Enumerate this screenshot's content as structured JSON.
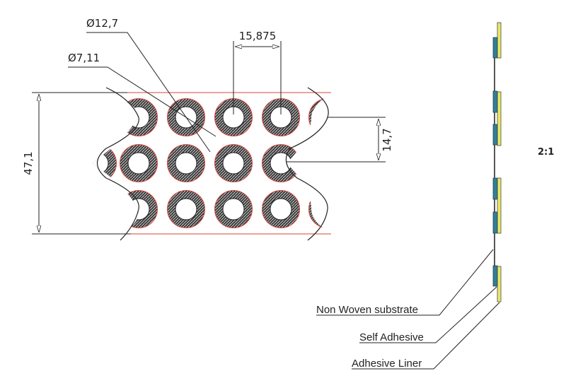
{
  "dimensions": {
    "outer_diameter": "Ø12,7",
    "inner_diameter": "Ø7,11",
    "pitch": "15,875",
    "total_width": "47,1",
    "row_pitch": "14,7"
  },
  "scale": "2:1",
  "layers": {
    "substrate": "Non Woven substrate",
    "adhesive": "Self Adhesive",
    "liner": "Adhesive Liner"
  },
  "colors": {
    "band_edge": "#d9453a",
    "adhesive": "#2f7f9a",
    "liner": "#e8e86a",
    "substrate": "#555555"
  }
}
